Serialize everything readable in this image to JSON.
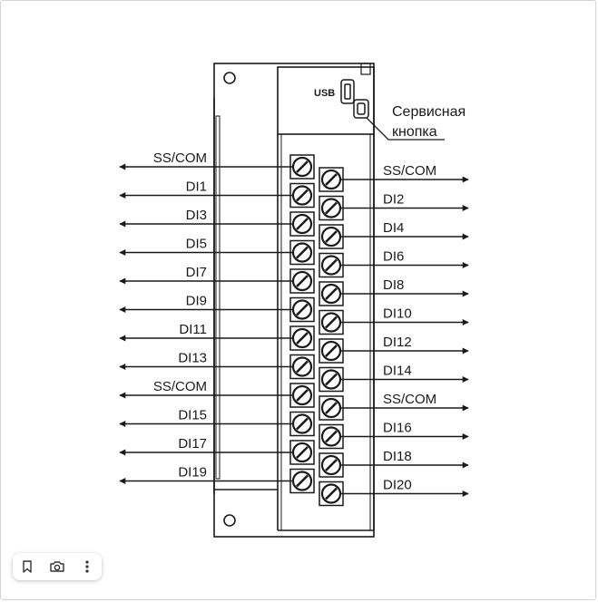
{
  "device": {
    "usb_label": "USB",
    "service_button_label": [
      "Сервисная",
      "кнопка"
    ]
  },
  "left_terminals": [
    "SS/COM",
    "DI1",
    "DI3",
    "DI5",
    "DI7",
    "DI9",
    "DI11",
    "DI13",
    "SS/COM",
    "DI15",
    "DI17",
    "DI19"
  ],
  "right_terminals": [
    "SS/COM",
    "DI2",
    "DI4",
    "DI6",
    "DI8",
    "DI10",
    "DI12",
    "DI14",
    "SS/COM",
    "DI16",
    "DI18",
    "DI20"
  ],
  "toolbar": {
    "icons": [
      "bookmark-icon",
      "camera-icon",
      "more-vertical-icon"
    ]
  },
  "colors": {
    "line": "#1a1a1a"
  }
}
